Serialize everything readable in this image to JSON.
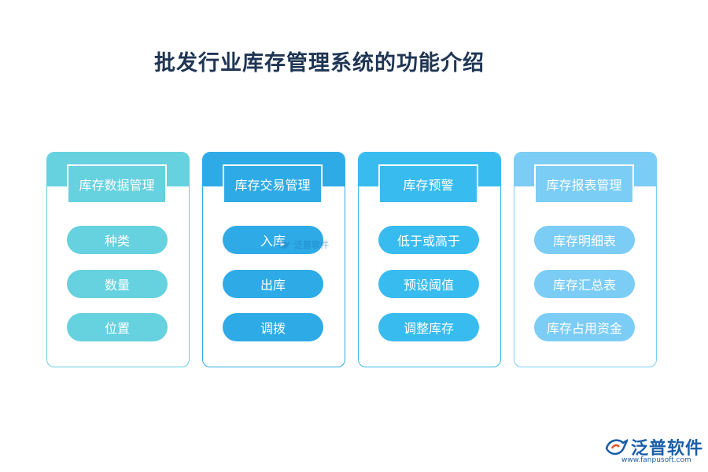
{
  "title": "批发行业库存管理系统的功能介绍",
  "colors": {
    "card1": "#66d1df",
    "card2": "#2eaae6",
    "card3": "#38bcef",
    "card4": "#7ccdf5"
  },
  "cards": [
    {
      "header": "库存数据管理",
      "items": [
        "种类",
        "数量",
        "位置"
      ]
    },
    {
      "header": "库存交易管理",
      "items": [
        "入库",
        "出库",
        "调拨"
      ]
    },
    {
      "header": "库存预警",
      "items": [
        "低于或高于",
        "预设阈值",
        "调整库存"
      ]
    },
    {
      "header": "库存报表管理",
      "items": [
        "库存明细表",
        "库存汇总表",
        "库存占用资金"
      ]
    }
  ],
  "watermark": {
    "text": "泛普软件",
    "icon": "fanpu-logo-icon"
  },
  "logo": {
    "text": "泛普软件",
    "url": "www.fanpusoft.com",
    "icon": "fanpu-logo-icon"
  }
}
